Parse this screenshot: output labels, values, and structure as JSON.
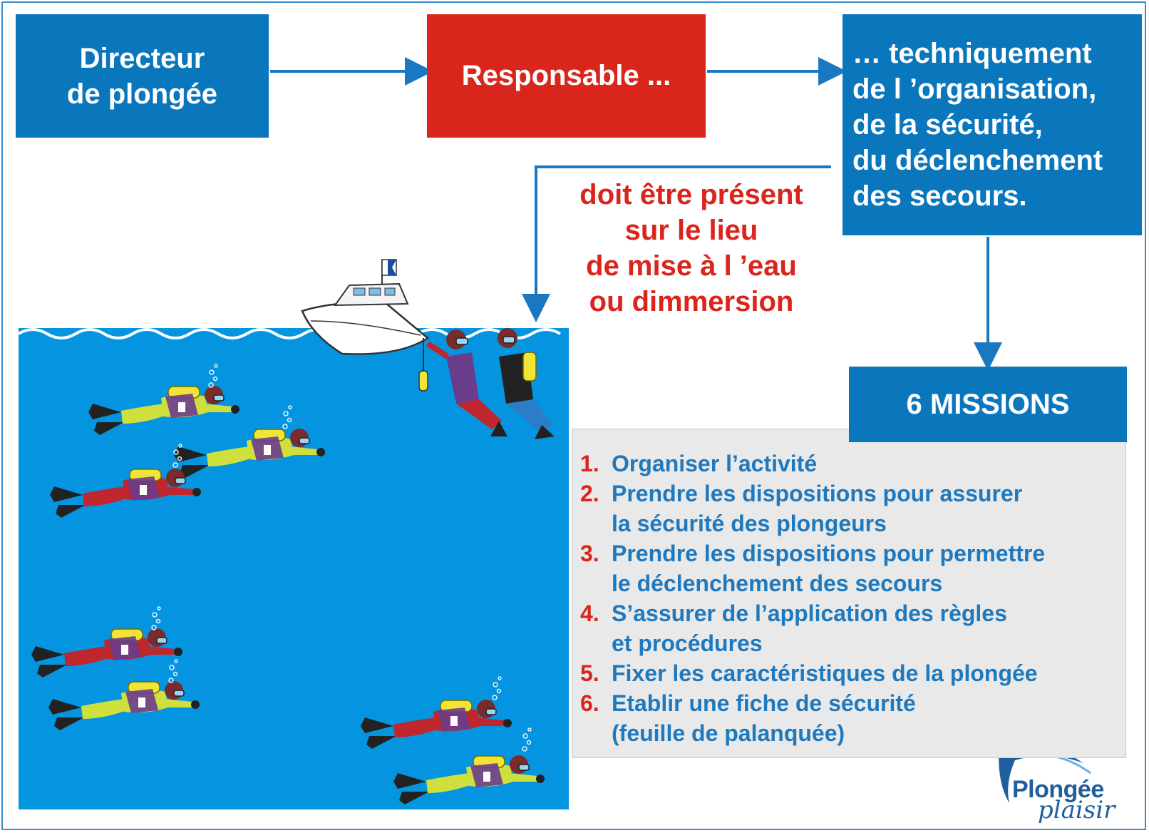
{
  "boxes": {
    "director_lines": [
      "Directeur",
      "de plongée"
    ],
    "responsable": "Responsable ...",
    "technique_lines": [
      "… techniquement",
      "de l ’organisation,",
      "de la sécurité,",
      "du déclenchement",
      "des secours."
    ],
    "missions_title": "6 MISSIONS"
  },
  "present_lines": [
    "doit être présent",
    "sur le lieu",
    "de mise à l ’eau",
    "ou dimmersion"
  ],
  "missions": [
    {
      "num": "1.",
      "lines": [
        "Organiser l’activité"
      ]
    },
    {
      "num": "2.",
      "lines": [
        "Prendre les dispositions pour assurer",
        "la sécurité des plongeurs"
      ]
    },
    {
      "num": "3.",
      "lines": [
        "Prendre les dispositions pour permettre",
        "le déclenchement des secours"
      ]
    },
    {
      "num": "4.",
      "lines": [
        "S’assurer de l’application des règles",
        "et procédures"
      ]
    },
    {
      "num": "5.",
      "lines": [
        "Fixer les caractéristiques de la plongée"
      ]
    },
    {
      "num": "6.",
      "lines": [
        "Etablir une fiche de sécurité",
        "(feuille de palanquée)"
      ]
    }
  ],
  "logo": {
    "main": "Plongée",
    "sub": "plaisir"
  },
  "colors": {
    "blue": "#0a76bc",
    "red": "#d9251c",
    "water": "#0595e0",
    "panel": "#e9e9e9"
  },
  "icons": [
    "boat-icon",
    "dive-flag-icon",
    "diver-icon",
    "bubbles-icon",
    "dolphin-logo-icon"
  ]
}
